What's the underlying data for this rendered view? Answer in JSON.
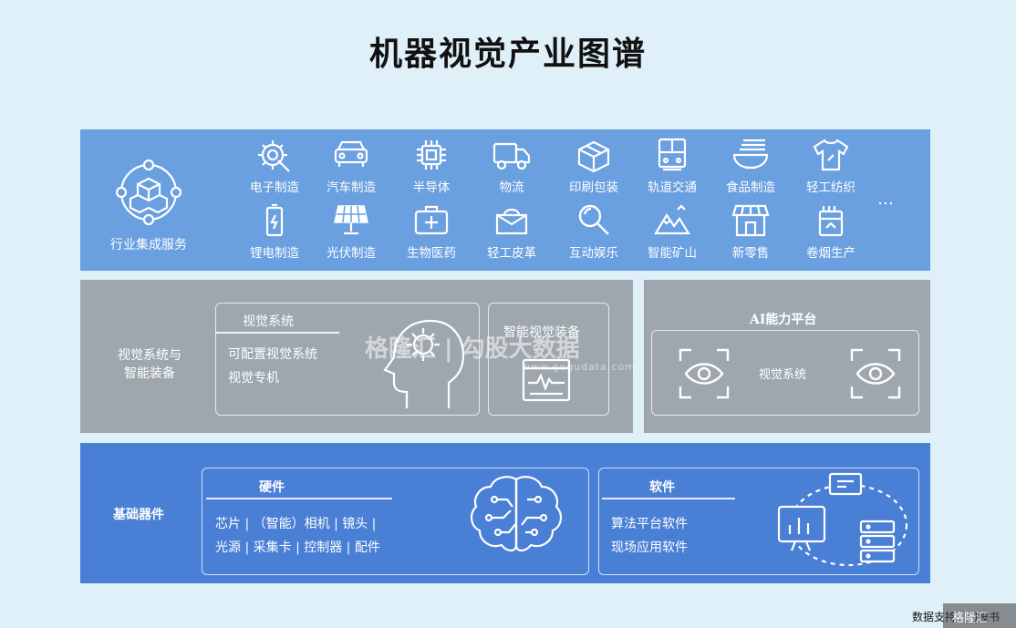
{
  "title": "机器视觉产业图谱",
  "industry": {
    "service_label": "行业集成服务",
    "row1": [
      {
        "label": "电子制造",
        "icon": "gear-wrench-icon"
      },
      {
        "label": "汽车制造",
        "icon": "car-icon"
      },
      {
        "label": "半导体",
        "icon": "chip-icon"
      },
      {
        "label": "物流",
        "icon": "truck-icon"
      },
      {
        "label": "印刷包装",
        "icon": "package-icon"
      },
      {
        "label": "轨道交通",
        "icon": "train-icon"
      },
      {
        "label": "食品制造",
        "icon": "noodle-bowl-icon"
      },
      {
        "label": "轻工纺织",
        "icon": "tshirt-icon"
      }
    ],
    "row2": [
      {
        "label": "锂电制造",
        "icon": "battery-icon"
      },
      {
        "label": "光伏制造",
        "icon": "solar-panel-icon"
      },
      {
        "label": "生物医药",
        "icon": "medical-kit-icon"
      },
      {
        "label": "轻工皮革",
        "icon": "handbag-icon"
      },
      {
        "label": "互动娱乐",
        "icon": "magnifier-icon"
      },
      {
        "label": "智能矿山",
        "icon": "mountain-icon"
      },
      {
        "label": "新零售",
        "icon": "storefront-icon"
      },
      {
        "label": "卷烟生产",
        "icon": "cigarette-pack-icon"
      }
    ],
    "more": "…"
  },
  "vision": {
    "section_label_line1": "视觉系统与",
    "section_label_line2": "智能装备",
    "system_title": "视觉系统",
    "system_items": [
      "可配置视觉系统",
      "视觉专机"
    ],
    "equip_title": "智能视觉装备"
  },
  "ai": {
    "title": "AI能力平台",
    "center_label": "视觉系统"
  },
  "basic": {
    "section_label": "基础器件",
    "hardware_title": "硬件",
    "hardware_line1": "芯片 | （智能）相机 | 镜头 |",
    "hardware_line2": "光源 | 采集卡 | 控制器 | 配件",
    "software_title": "软件",
    "software_line1": "算法平台软件",
    "software_line2": "现场应用软件"
  },
  "watermark": {
    "text": "格隆汇 | 勾股大数据",
    "sub": "www.gogudata.com"
  },
  "source": "数据支持：勾股书",
  "corner_logo": "格隆汇",
  "colors": {
    "background": "#dff0f8",
    "industry_band": "#6a9fe0",
    "vision_band": "#9ea7ae",
    "basic_band": "#4a7fd6"
  }
}
